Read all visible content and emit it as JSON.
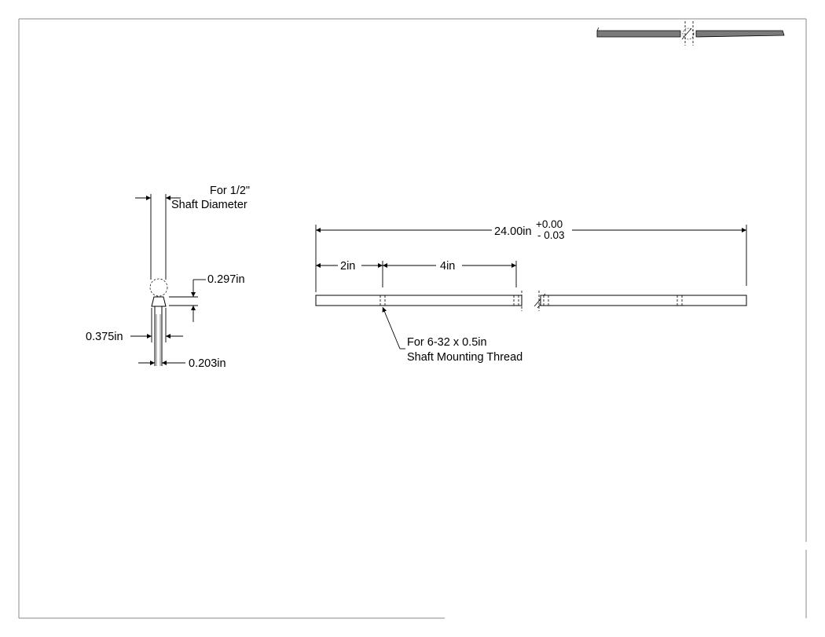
{
  "end_view": {
    "shaft_note_line1": "For 1/2\"",
    "shaft_note_line2": "Shaft Diameter",
    "dim_height": "0.297in",
    "dim_width_top": "0.375in",
    "dim_width_bottom": "0.203in"
  },
  "side_view": {
    "overall_length": "24.00in",
    "tol_plus": "+0.00",
    "tol_minus": "- 0.03",
    "dim_first_hole": "2in",
    "dim_hole_spacing": "4in",
    "thread_note_line1": "For 6-32 x 0.5in",
    "thread_note_line2": "Shaft Mounting Thread"
  },
  "colors": {
    "ink": "#000000",
    "border": "#8a8a8a",
    "iso_fill": "#7a7a7a"
  }
}
